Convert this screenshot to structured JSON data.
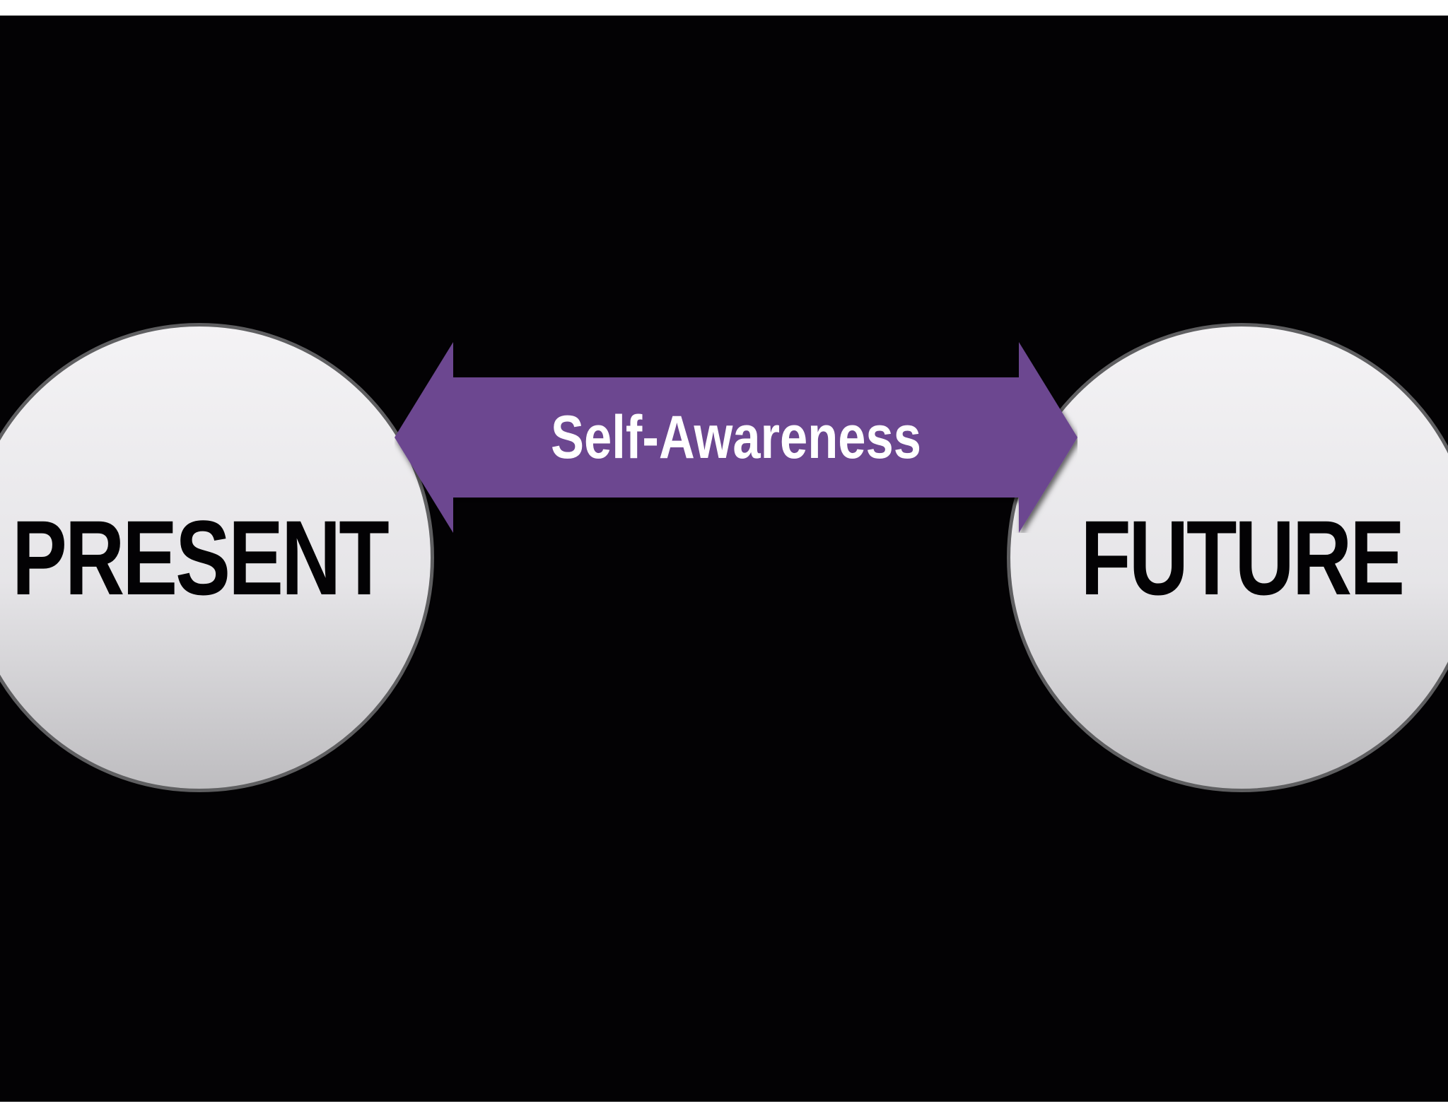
{
  "diagram": {
    "left_circle": {
      "label": "PRESENT"
    },
    "right_circle": {
      "label": "FUTURE"
    },
    "connector": {
      "label": "Self-Awareness",
      "direction": "bidirectional"
    }
  },
  "colors": {
    "background": "#030204",
    "circle_fill_top": "#f4f3f5",
    "circle_fill_bottom": "#bebdc0",
    "circle_border": "#5f5f61",
    "arrow_fill": "#6c4790",
    "arrow_text": "#ffffff",
    "circle_text": "#030204"
  }
}
